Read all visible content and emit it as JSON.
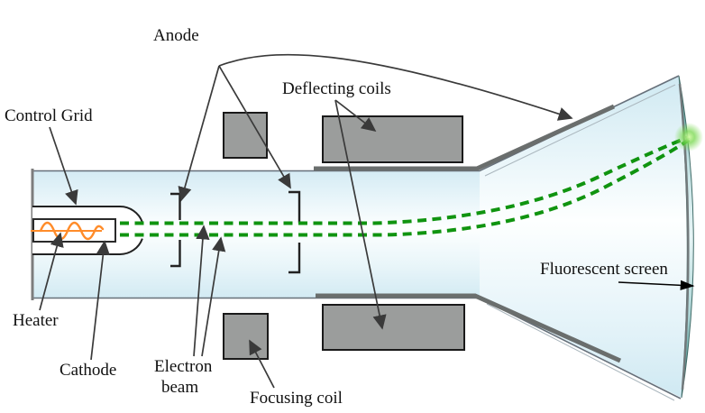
{
  "diagram": {
    "type": "cathode-ray-tube",
    "labels": {
      "anode": "Anode",
      "deflecting_coils": "Deflecting coils",
      "control_grid": "Control Grid",
      "heater": "Heater",
      "cathode": "Cathode",
      "electron_beam_line1": "Electron",
      "electron_beam_line2": "beam",
      "focusing_coil": "Focusing coil",
      "fluorescent_screen": "Fluorescent screen"
    },
    "colors": {
      "beam_green": "#109410",
      "beam_glow_green": "#7ED957",
      "heater_orange": "#FF8C2A",
      "coil_gray": "#9B9D9C",
      "coil_border": "#1A1A1A",
      "coating_gray": "#6A6E6D",
      "glass_edge": "#67707A",
      "screen_teal": "#2E726E",
      "tube_fill_light": "#D6EDF5",
      "arrow": "#3A3A3A",
      "label_text": "#111111"
    }
  }
}
